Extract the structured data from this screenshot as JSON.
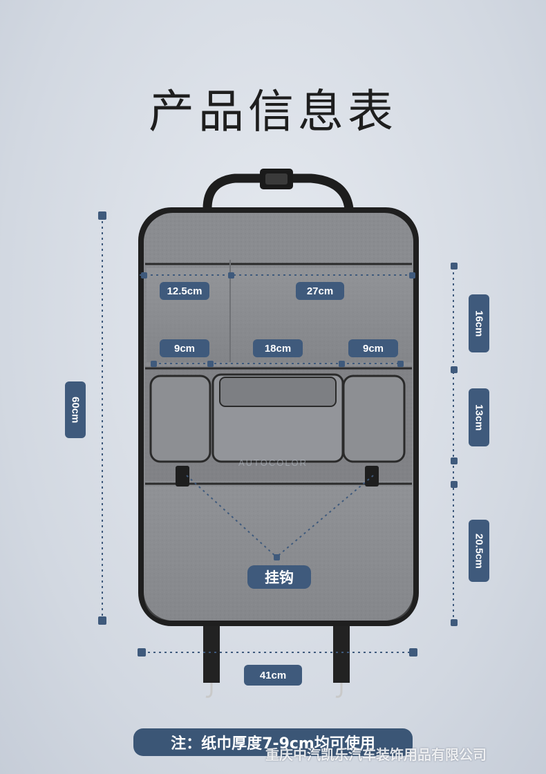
{
  "title": "产品信息表",
  "brand_mark": "AUTOCOLOR",
  "dimensions": {
    "height_total": "60cm",
    "width_total": "41cm",
    "top_left_pocket": "12.5cm",
    "top_right_pocket": "27cm",
    "cup_left": "9cm",
    "tissue_box": "18cm",
    "cup_right": "9cm",
    "section_top": "16cm",
    "section_mid": "13cm",
    "section_bottom": "20.5cm"
  },
  "hook_label": "挂钩",
  "note": "注：纸巾厚度7-9cm均可使用",
  "watermark": "重庆中汽凯乐汽车装饰用品有限公司",
  "colors": {
    "badge": "#3f5a7c",
    "felt": "#8b8d91",
    "trim": "#262626",
    "dim_line": "#3f5a7c"
  }
}
